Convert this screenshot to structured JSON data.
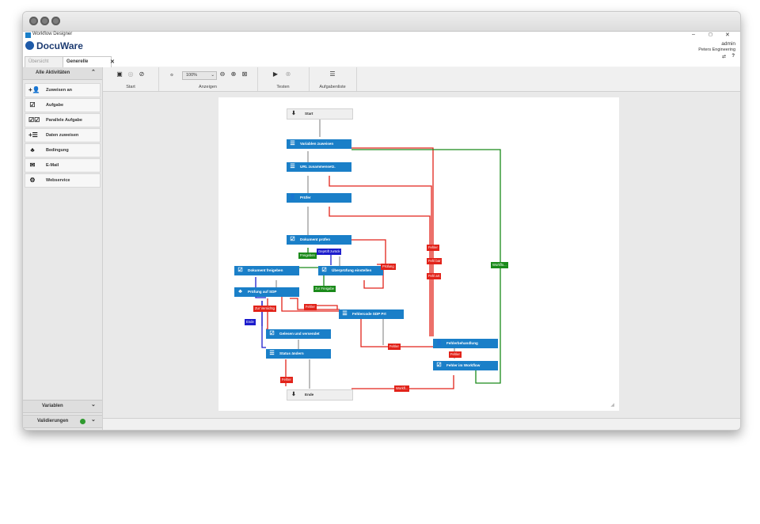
{
  "window": {
    "title": "Workflow Designer"
  },
  "app": {
    "brand": "DocuWare",
    "user": "admin",
    "org": "Peters Engineering",
    "min": "–",
    "restore": "◻",
    "close": "✕",
    "pin": "⇄",
    "help": "?"
  },
  "tabs": [
    {
      "label": "Übersicht"
    },
    {
      "label": "Generelle Freigabe"
    }
  ],
  "tab_close": "✕",
  "sidebar": {
    "all_label": "Alle Aktivitäten",
    "items": [
      {
        "label": "Zuweisen an",
        "icon": "+👤"
      },
      {
        "label": "Aufgabe",
        "icon": "☑"
      },
      {
        "label": "Parallele Aufgabe",
        "icon": "☑☑"
      },
      {
        "label": "Daten zuweisen",
        "icon": "+☰"
      },
      {
        "label": "Bedingung",
        "icon": "♣"
      },
      {
        "label": "E-Mail",
        "icon": "✉"
      },
      {
        "label": "Webservice",
        "icon": "⚙"
      }
    ],
    "variables_label": "Variablen",
    "validation_label": "Validierungen",
    "chevron": "⌄"
  },
  "toolbar": {
    "start_label": "Start",
    "view_label": "Anzeigen",
    "test_label": "Testen",
    "tasklist_label": "Aufgabenliste",
    "zoom_value": "100%"
  },
  "workflow": {
    "start": "Start",
    "end": "Ende",
    "n_variables": "Variablen zuweisen",
    "n_url": "URL zusammensetz.",
    "n_pruefer": "Prüfer",
    "n_dokpruefen": "Dokument prüfen",
    "n_dokfreigeben": "Dokument freigeben",
    "n_ueberpruefung": "Überprüfung einstellen",
    "n_pruefung_sdp": "Prüfung auf SDP",
    "n_fehlercode": "Fehlercode SDP Prt",
    "n_gelesen": "Gelesen und versendet",
    "n_status": "Status ändern",
    "n_fehlerbehandlung": "Fehlerbehandlung",
    "n_fehler_workflow": "Fehler im Workflow",
    "t_freigeben": "Freigeben",
    "t_geprueft": "Geprüft zurück",
    "t_pruefung": "Prüfung",
    "t_zur_freigabe": "Zur Freigabe",
    "t_zur_vernichtung": "Zur Vernichtg",
    "t_ende": "Ende",
    "t_fehler": "Fehler",
    "t_fehler2": "Fehler",
    "t_fehler3": "Fehler",
    "t_fehler4": "Fehler",
    "t_fehler5": "Fehler",
    "t_fehlbar": "Fehl bar",
    "t_fehlart": "Fehl art",
    "t_workflow_g": "Workflo...",
    "t_workflow_r": "Workfl..."
  }
}
